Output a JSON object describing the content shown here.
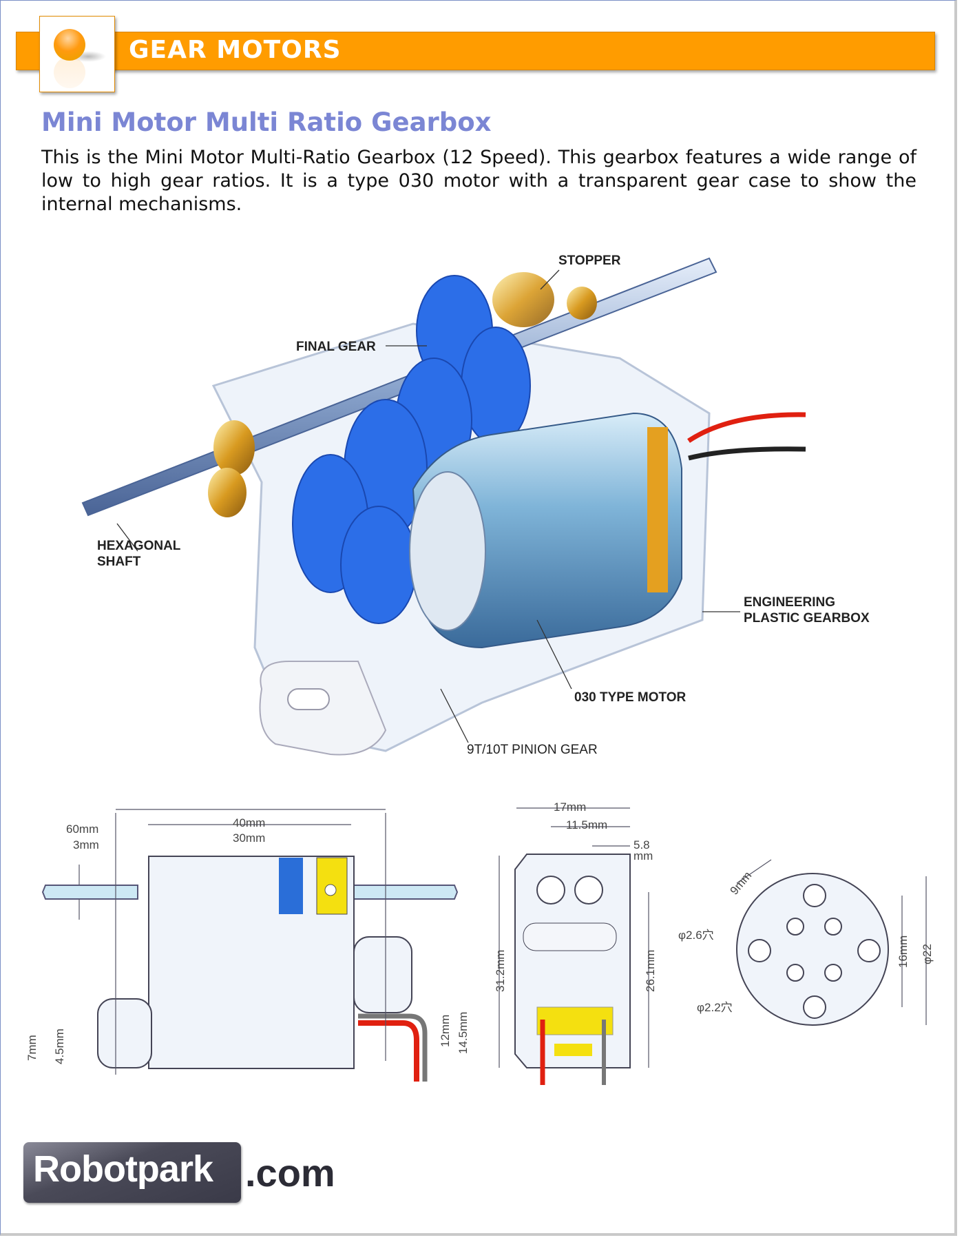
{
  "header": {
    "section_title": "GEAR MOTORS",
    "icon": "orange-ball-icon",
    "accent_color": "#ff9c00"
  },
  "product": {
    "title": "Mini Motor Multi Ratio Gearbox",
    "title_color": "#7b86d4",
    "description": "This is the Mini Motor Multi-Ratio Gearbox (12 Speed). This gearbox features a wide range of low to high gear ratios. It is a type 030 motor with a transparent gear case to show the internal mechanisms."
  },
  "illustration": {
    "labels": {
      "stopper": "STOPPER",
      "final_gear": "FINAL GEAR",
      "hex_shaft_1": "HEXAGONAL",
      "hex_shaft_2": "SHAFT",
      "gearbox_1": "ENGINEERING",
      "gearbox_2": "PLASTIC GEARBOX",
      "motor": "030 TYPE MOTOR",
      "pinion": "9T/10T PINION GEAR"
    }
  },
  "dimensions": {
    "top_view": {
      "d60": "60mm",
      "d3": "3mm",
      "d40": "40mm",
      "d30": "30mm",
      "d7": "7mm",
      "d45": "4.5mm",
      "d12": "12mm",
      "d145": "14.5mm"
    },
    "side_view": {
      "d17": "17mm",
      "d115": "11.5mm",
      "d58a": "5.8",
      "d58b": "mm",
      "d312": "31.2mm",
      "d261": "26.1mm"
    },
    "front_view": {
      "d9": "9mm",
      "hole26": "φ2.6穴",
      "hole22": "φ2.2穴",
      "d16": "16mm",
      "d22": "φ22"
    }
  },
  "footer": {
    "logo_text": "Robotpark",
    "logo_suffix": ".com"
  }
}
